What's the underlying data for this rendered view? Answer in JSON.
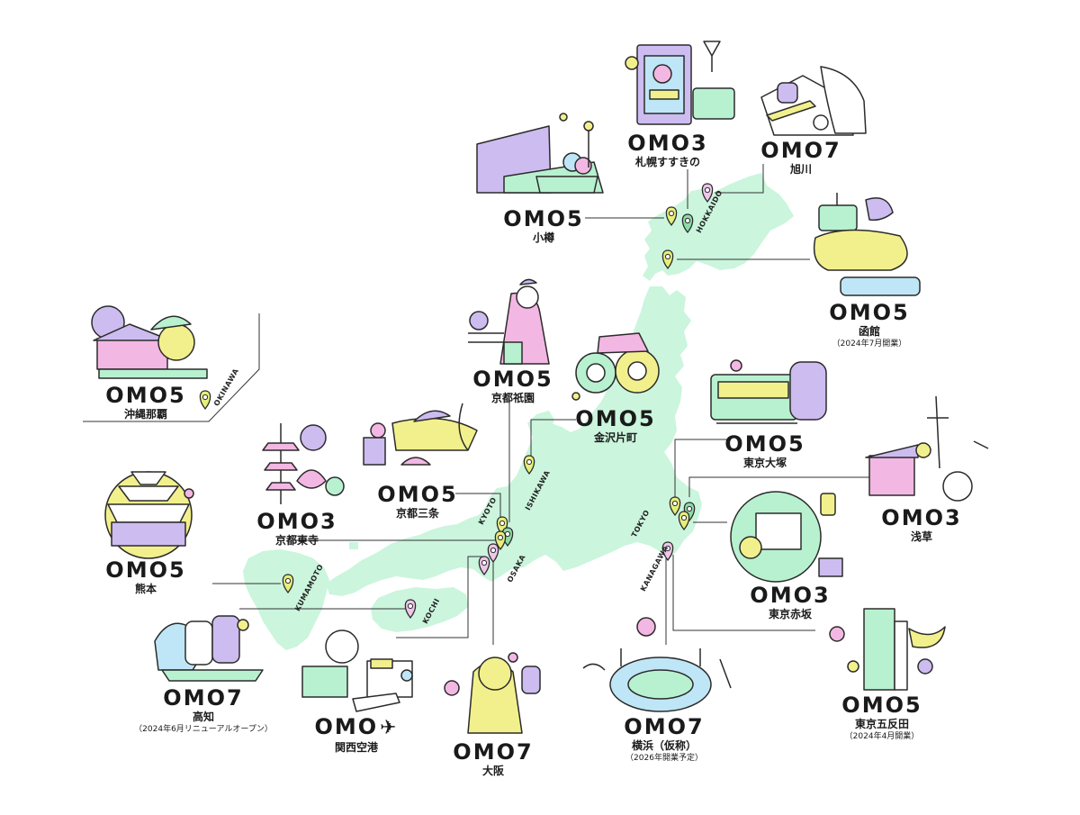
{
  "colors": {
    "land": "#cbf5dd",
    "pin_yellow": "#e7ef7a",
    "pin_green": "#8ddca8",
    "pin_pink": "#efc6ea",
    "line": "#333333",
    "lavender": "#cdbcf0",
    "pink": "#f3b7e3",
    "yellow": "#f2f08c",
    "mint": "#b8f1d0",
    "blue": "#bfe6f6"
  },
  "prefectures": {
    "hokkaido": "HOKKAIDO",
    "okinawa": "OKINAWA",
    "ishikawa": "ISHIKAWA",
    "kyoto": "KYOTO",
    "osaka": "OSAKA",
    "tokyo": "TOKYO",
    "kanagawa": "KANAGAWA",
    "kumamoto": "KUMAMOTO",
    "kochi": "KOCHI"
  },
  "hotels": {
    "sapporo": {
      "brand": "OMO3",
      "city": "札幌すすきの",
      "icon": "nikka-building-icon"
    },
    "asahikawa": {
      "brand": "OMO7",
      "city": "旭川",
      "icon": "polar-bear-icon"
    },
    "otaru": {
      "brand": "OMO5",
      "city": "小樽",
      "icon": "canal-boat-icon"
    },
    "hakodate": {
      "brand": "OMO5",
      "city": "函館",
      "note": "（2024年7月開業）",
      "icon": "ropeway-squid-icon"
    },
    "naha": {
      "brand": "OMO5",
      "city": "沖縄那覇",
      "icon": "shuri-castle-icon"
    },
    "gion": {
      "brand": "OMO5",
      "city": "京都祇園",
      "icon": "maiko-icon"
    },
    "kanazawa": {
      "brand": "OMO5",
      "city": "金沢片町",
      "icon": "daruma-icon"
    },
    "otsuka": {
      "brand": "OMO5",
      "city": "東京大塚",
      "icon": "streetcar-icon"
    },
    "sanjo": {
      "brand": "OMO5",
      "city": "京都三条",
      "icon": "river-boat-icon"
    },
    "toji": {
      "brand": "OMO3",
      "city": "京都東寺",
      "icon": "pagoda-icon"
    },
    "asakusa": {
      "brand": "OMO3",
      "city": "浅草",
      "icon": "rickshaw-icon"
    },
    "kumamoto": {
      "brand": "OMO5",
      "city": "熊本",
      "icon": "kumamoto-castle-icon"
    },
    "akasaka": {
      "brand": "OMO3",
      "city": "東京赤坂",
      "icon": "cafe-counter-icon"
    },
    "kochi": {
      "brand": "OMO7",
      "city": "高知",
      "note": "（2024年6月リニューアルオープン）",
      "icon": "yosakoi-dancer-icon"
    },
    "kix": {
      "brand": "OMO",
      "brand_icon": "airplane-icon",
      "city": "関西空港",
      "icon": "airport-icon"
    },
    "osaka": {
      "brand": "OMO7",
      "city": "大阪",
      "icon": "billiken-icon"
    },
    "yokohama": {
      "brand": "OMO7",
      "city": "横浜（仮称）",
      "note": "（2026年開業予定）",
      "icon": "stadium-icon"
    },
    "gotanda": {
      "brand": "OMO5",
      "city": "東京五反田",
      "note": "（2024年4月開業）",
      "icon": "city-moon-icon"
    }
  }
}
